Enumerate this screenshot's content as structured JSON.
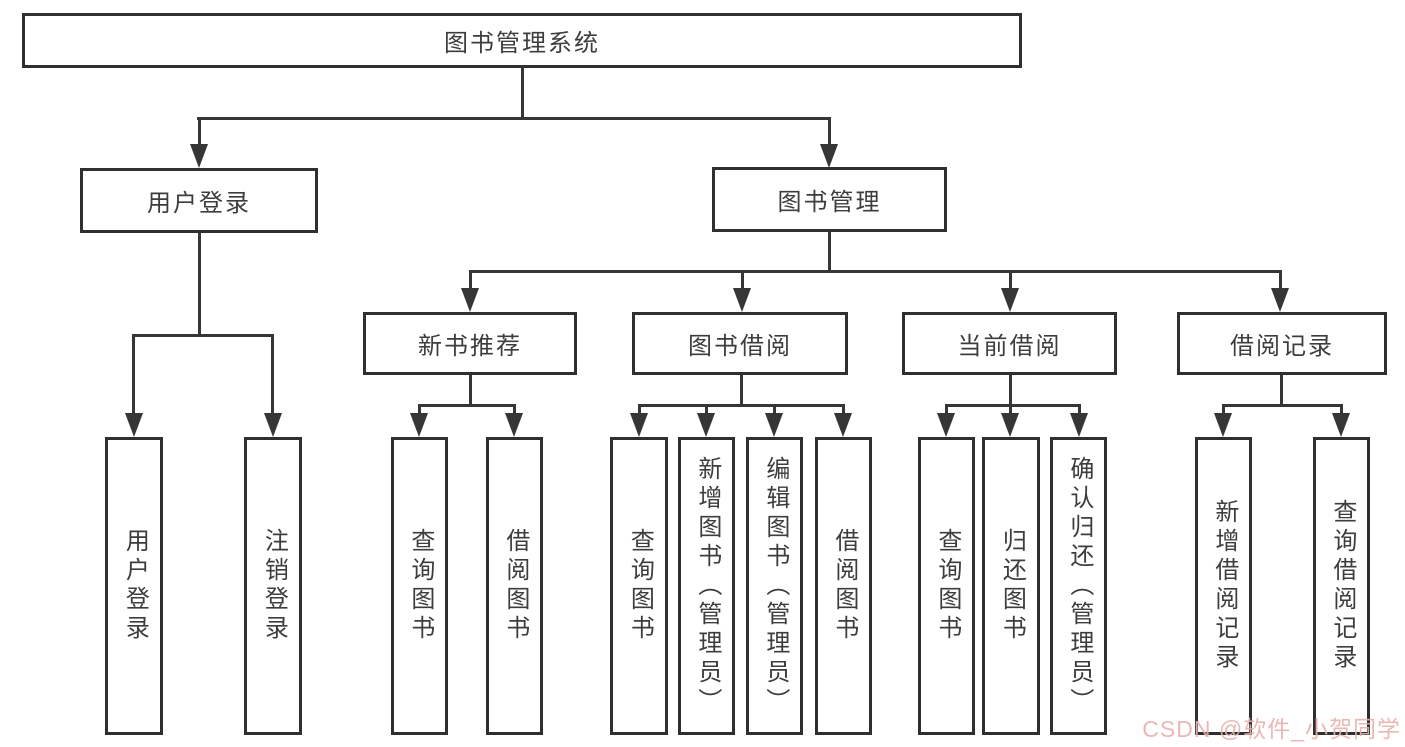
{
  "diagram": {
    "root": "图书管理系统",
    "level1": {
      "user_login": "用户登录",
      "book_mgmt": "图书管理"
    },
    "level2": {
      "new_books": "新书推荐",
      "book_borrow": "图书借阅",
      "current_borrow": "当前借阅",
      "borrow_records": "借阅记录"
    },
    "leaves": {
      "user_login": [
        "用户登录",
        "注销登录"
      ],
      "new_books": [
        "查询图书",
        "借阅图书"
      ],
      "book_borrow": [
        "查询图书",
        "新增图书（管理员）",
        "编辑图书（管理员）",
        "借阅图书"
      ],
      "current_borrow": [
        "查询图书",
        "归还图书",
        "确认归还（管理员）"
      ],
      "borrow_records": [
        "新增借阅记录",
        "查询借阅记录"
      ]
    },
    "watermark": "CSDN @软件_小贺同学"
  },
  "colors": {
    "line": "#363636",
    "box_border": "#2f2f2f",
    "text": "#3d3d3d",
    "watermark": "#e7b1ad",
    "background": "#ffffff"
  }
}
